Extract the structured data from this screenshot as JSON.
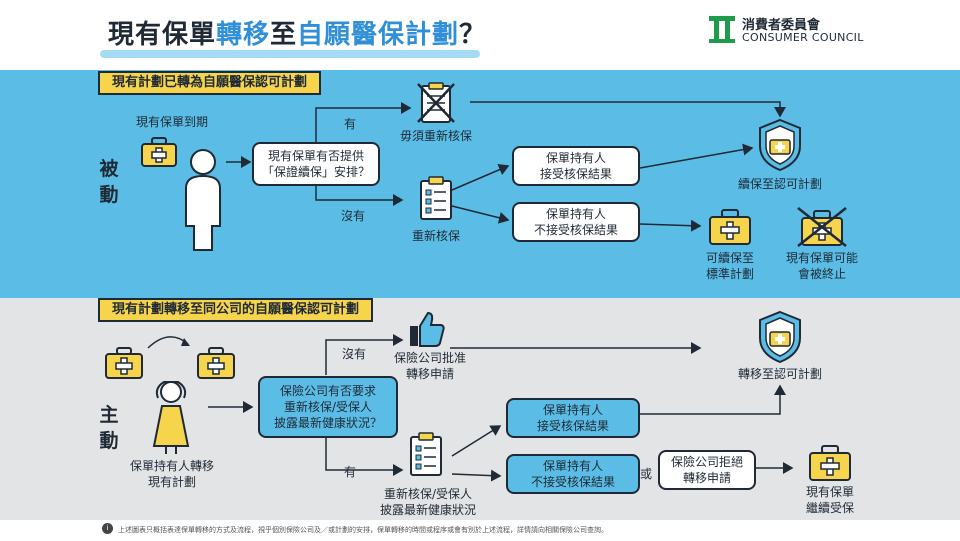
{
  "header": {
    "title_pre": "現有保單",
    "title_hl": "轉移",
    "title_mid": "至",
    "title_hl2": "自願醫保計劃",
    "title_post": "？",
    "logo_zh": "消費者委員會",
    "logo_en": "CONSUMER COUNCIL"
  },
  "passive": {
    "section_title": "現有計劃已轉為自願醫保認可計劃",
    "side_label_1": "被",
    "side_label_2": "動",
    "policy_expiry": "現有保單到期",
    "question_line1": "現有保單有否提供",
    "question_line2": "「保證續保」安排？",
    "yes_label": "有",
    "no_label": "沒有",
    "no_reunderwrite": "毋須重新核保",
    "reunderwrite": "重新核保",
    "accept_line1": "保單持有人",
    "accept_line2": "接受核保結果",
    "reject_line1": "保單持有人",
    "reject_line2": "不接受核保結果",
    "renew_certified": "續保至認可計劃",
    "standard_line1": "可續保至",
    "standard_line2": "標準計劃",
    "terminated_line1": "現有保單可能",
    "terminated_line2": "會被終止"
  },
  "active": {
    "section_title": "現有計劃轉移至同公司的自願醫保認可計劃",
    "side_label_1": "主",
    "side_label_2": "動",
    "holder_line1": "保單持有人轉移",
    "holder_line2": "現有計劃",
    "question_line1": "保險公司有否要求",
    "question_line2": "重新核保/受保人",
    "question_line3": "披露最新健康狀況？",
    "no_label": "沒有",
    "yes_label": "有",
    "approve_line1": "保險公司批准",
    "approve_line2": "轉移申請",
    "transfer_certified": "轉移至認可計劃",
    "reunderwrite_line1": "重新核保/受保人",
    "reunderwrite_line2": "披露最新健康狀況",
    "accept_line1": "保單持有人",
    "accept_line2": "接受核保結果",
    "reject_line1": "保單持有人",
    "reject_line2": "不接受核保結果",
    "or_label": "或",
    "refuse_line1": "保險公司拒絕",
    "refuse_line2": "轉移申請",
    "continue_line1": "現有保單",
    "continue_line2": "繼續受保"
  },
  "footer": {
    "note": "上述圖表只概括表達保單轉移的方式及流程，視乎個別保險公司及／或計劃的安排，保單轉移的時間或程序或會有別於上述流程，詳情請向相關保險公司查詢。"
  },
  "colors": {
    "accent_blue": "#5bbde6",
    "accent_yellow": "#f6d44c",
    "dark": "#1f2a36",
    "grey_band": "#e3e4e5",
    "brand_green": "#1e9b4b"
  },
  "icons": [
    "medical-kit-icon",
    "person-icon",
    "checklist-icon",
    "crossed-checklist-icon",
    "shield-icon",
    "crossed-kit-icon",
    "thumbs-up-icon"
  ]
}
